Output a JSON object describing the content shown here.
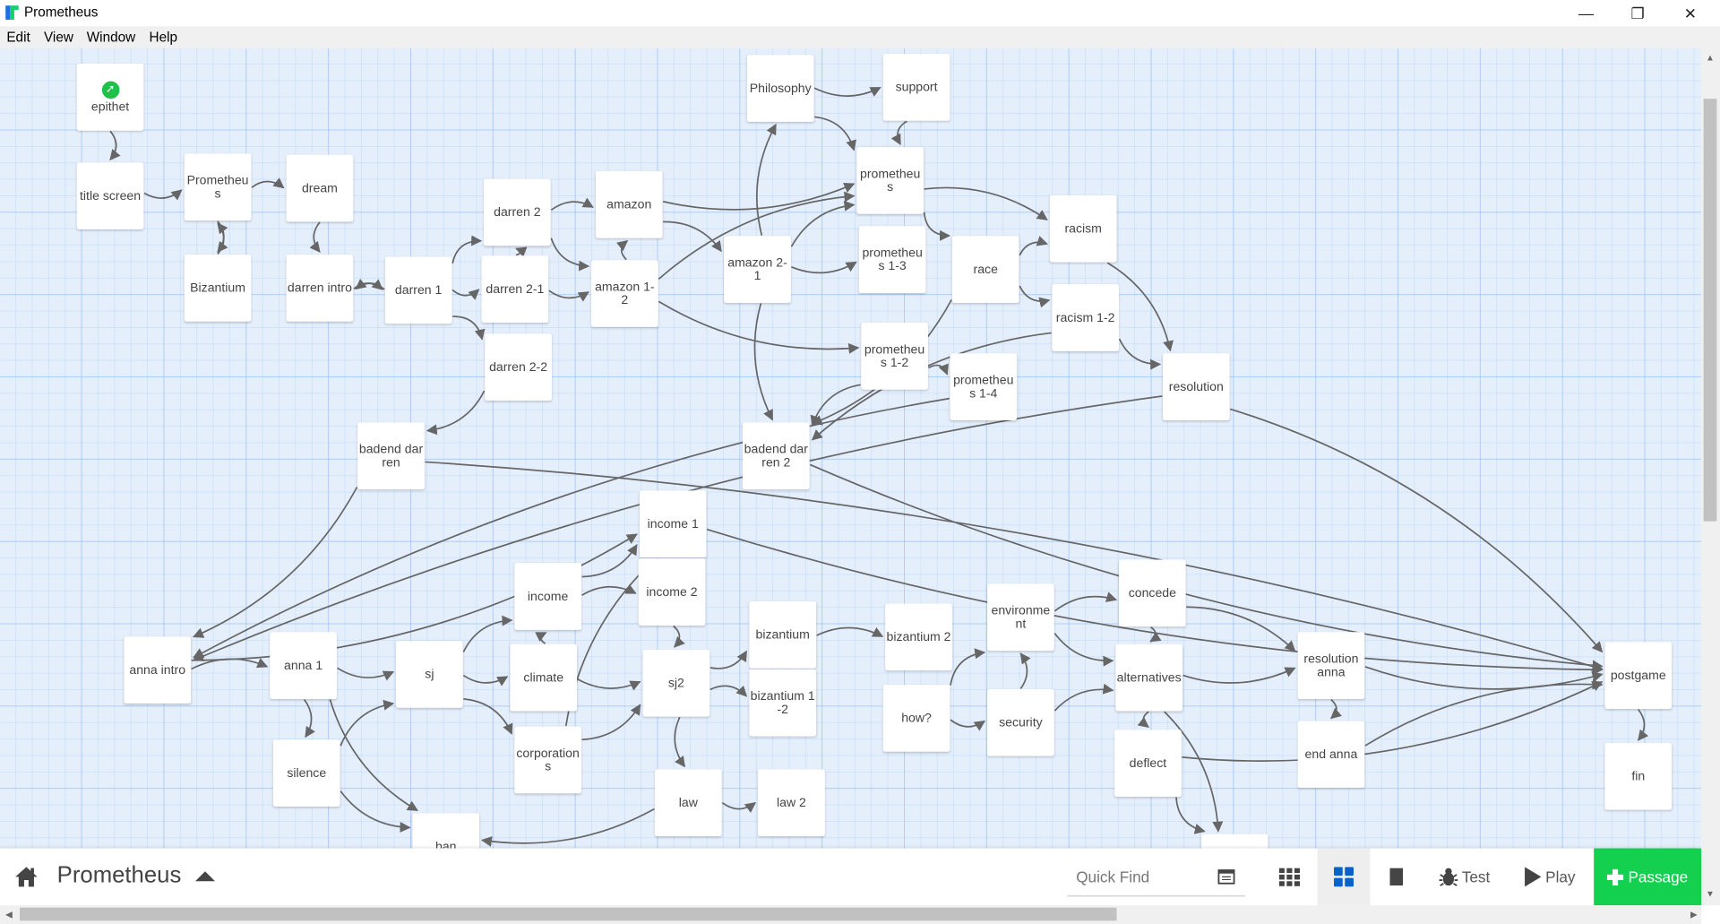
{
  "window": {
    "title": "Prometheus",
    "minimize": "—",
    "maximize": "❐",
    "close": "✕"
  },
  "menu": [
    "Edit",
    "View",
    "Window",
    "Help"
  ],
  "passages": [
    "epithet",
    "title screen",
    "Prometheus",
    "dream",
    "Bizantium",
    "darren intro",
    "darren 1",
    "darren 2",
    "darren 2-1",
    "darren 2-2",
    "amazon",
    "amazon 1-2",
    "Philosophy",
    "support",
    "prometheus",
    "prometheus 1-3",
    "amazon 2-1",
    "racism",
    "race",
    "racism 1-2",
    "prometheus 1-2",
    "prometheus 1-4",
    "resolution",
    "badend darren",
    "badend darren 2",
    "income 1",
    "income",
    "income 2",
    "anna intro",
    "anna 1",
    "sj",
    "climate",
    "sj2",
    "bizantium",
    "bizantium 2",
    "bizantium 1-2",
    "how?",
    "environment",
    "concede",
    "alternatives",
    "security",
    "deflect",
    "resolution anna",
    "end anna",
    "postgame",
    "fin",
    "silence",
    "corporations",
    "law",
    "law 2",
    "ban",
    ""
  ],
  "start_passage": "epithet",
  "links": [
    [
      "epithet",
      "title screen"
    ],
    [
      "title screen",
      "Prometheus"
    ],
    [
      "Prometheus",
      "Bizantium"
    ],
    [
      "Bizantium",
      "Prometheus"
    ],
    [
      "Prometheus",
      "dream"
    ],
    [
      "dream",
      "darren intro"
    ],
    [
      "darren intro",
      "darren 1"
    ],
    [
      "darren 1",
      "darren intro"
    ],
    [
      "darren 1",
      "darren 2"
    ],
    [
      "darren 1",
      "darren 2-1"
    ],
    [
      "darren 1",
      "darren 2-2"
    ],
    [
      "darren 2-1",
      "darren 2"
    ],
    [
      "darren 2",
      "amazon"
    ],
    [
      "darren 2",
      "amazon 1-2"
    ],
    [
      "amazon 1-2",
      "amazon"
    ],
    [
      "darren 2-1",
      "amazon 1-2"
    ],
    [
      "amazon",
      "amazon 2-1"
    ],
    [
      "amazon",
      "prometheus"
    ],
    [
      "amazon 1-2",
      "prometheus"
    ],
    [
      "amazon 1-2",
      "prometheus 1-2"
    ],
    [
      "darren 2-2",
      "badend darren"
    ],
    [
      "Philosophy",
      "support"
    ],
    [
      "Philosophy",
      "prometheus"
    ],
    [
      "support",
      "prometheus"
    ],
    [
      "amazon 2-1",
      "Philosophy"
    ],
    [
      "amazon 2-1",
      "prometheus 1-3"
    ],
    [
      "amazon 2-1",
      "prometheus"
    ],
    [
      "amazon 2-1",
      "badend darren 2"
    ],
    [
      "prometheus",
      "racism"
    ],
    [
      "prometheus",
      "race"
    ],
    [
      "race",
      "racism"
    ],
    [
      "race",
      "racism 1-2"
    ],
    [
      "racism",
      "resolution"
    ],
    [
      "racism 1-2",
      "resolution"
    ],
    [
      "prometheus 1-2",
      "prometheus 1-4"
    ],
    [
      "prometheus 1-2",
      "badend darren 2"
    ],
    [
      "race",
      "badend darren 2"
    ],
    [
      "racism 1-2",
      "badend darren 2"
    ],
    [
      "resolution",
      "postgame"
    ],
    [
      "resolution",
      "anna intro"
    ],
    [
      "badend darren",
      "anna intro"
    ],
    [
      "badend darren 2",
      "postgame"
    ],
    [
      "badend darren",
      "postgame"
    ],
    [
      "prometheus 1-4",
      "anna intro"
    ],
    [
      "anna intro",
      "anna 1"
    ],
    [
      "anna 1",
      "sj"
    ],
    [
      "anna 1",
      "silence"
    ],
    [
      "anna 1",
      "ban"
    ],
    [
      "silence",
      "sj"
    ],
    [
      "silence",
      "ban"
    ],
    [
      "sj",
      "income"
    ],
    [
      "sj",
      "climate"
    ],
    [
      "sj",
      "corporations"
    ],
    [
      "climate",
      "sj2"
    ],
    [
      "climate",
      "income"
    ],
    [
      "income",
      "income 1"
    ],
    [
      "income",
      "income 2"
    ],
    [
      "income 1",
      "postgame"
    ],
    [
      "income 2",
      "sj2"
    ],
    [
      "sj2",
      "bizantium"
    ],
    [
      "sj2",
      "bizantium 1-2"
    ],
    [
      "sj2",
      "law"
    ],
    [
      "bizantium",
      "bizantium 2"
    ],
    [
      "law",
      "law 2"
    ],
    [
      "law",
      "ban"
    ],
    [
      "how?",
      "security"
    ],
    [
      "how?",
      "environment"
    ],
    [
      "security",
      "environment"
    ],
    [
      "environment",
      "concede"
    ],
    [
      "environment",
      "alternatives"
    ],
    [
      "security",
      "alternatives"
    ],
    [
      "alternatives",
      "deflect"
    ],
    [
      "concede",
      "resolution anna"
    ],
    [
      "alternatives",
      "resolution anna"
    ],
    [
      "resolution anna",
      "end anna"
    ],
    [
      "resolution anna",
      "postgame"
    ],
    [
      "end anna",
      "postgame"
    ],
    [
      "deflect",
      "postgame"
    ],
    [
      "postgame",
      "fin"
    ],
    [
      "anna intro",
      "income 1"
    ],
    [
      "corporations",
      "income 1"
    ],
    [
      "corporations",
      "sj2"
    ],
    [
      "concede",
      "alternatives"
    ],
    [
      "deflect",
      ""
    ],
    [
      "alternatives",
      ""
    ]
  ],
  "toolbar": {
    "story_name": "Prometheus",
    "quick_find_placeholder": "Quick Find",
    "test": "Test",
    "play": "Play",
    "passage": "Passage"
  },
  "colors": {
    "accent": "#13d14f",
    "active_view": "#0a62c9",
    "link": "#666666"
  }
}
